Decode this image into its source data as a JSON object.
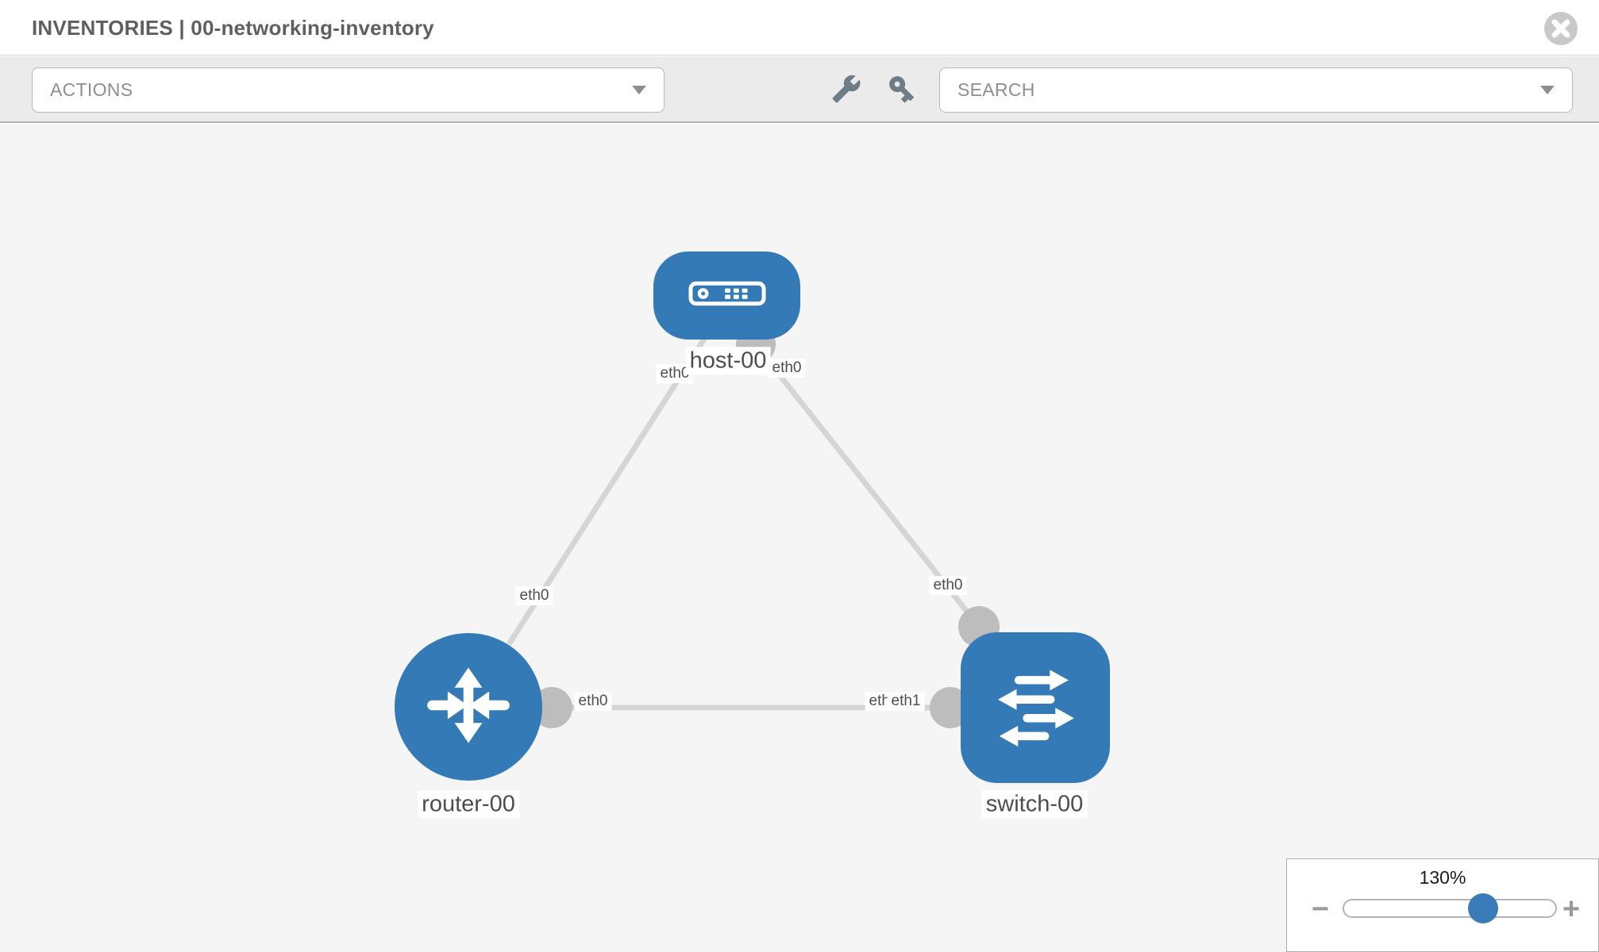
{
  "header": {
    "title": "INVENTORIES | 00-networking-inventory"
  },
  "toolbar": {
    "actions": {
      "label": "ACTIONS"
    },
    "search": {
      "label": "SEARCH"
    },
    "icons": [
      "wrench-icon",
      "key-icon"
    ]
  },
  "topology": {
    "nodes": [
      {
        "label": "host-00",
        "type": "host"
      },
      {
        "label": "router-00",
        "type": "router"
      },
      {
        "label": "switch-00",
        "type": "switch"
      }
    ],
    "links": [
      {
        "from": "host-00",
        "to": "router-00",
        "from_if": "eth0",
        "to_if": "eth0"
      },
      {
        "from": "host-00",
        "to": "switch-00",
        "from_if": "eth0",
        "to_if": "eth0"
      },
      {
        "from": "router-00",
        "to": "switch-00",
        "from_if": "eth0",
        "to_if": "eth1"
      }
    ]
  },
  "zoom": {
    "level": "130%",
    "minus_glyph": "−",
    "plus_glyph": "+"
  },
  "colors": {
    "node_blue": "#337ab7",
    "link_gray": "#d5d5d5",
    "port_gray": "#bdbdbd",
    "canvas_bg": "#f5f5f5",
    "toolbar_bg": "#ebebeb"
  }
}
